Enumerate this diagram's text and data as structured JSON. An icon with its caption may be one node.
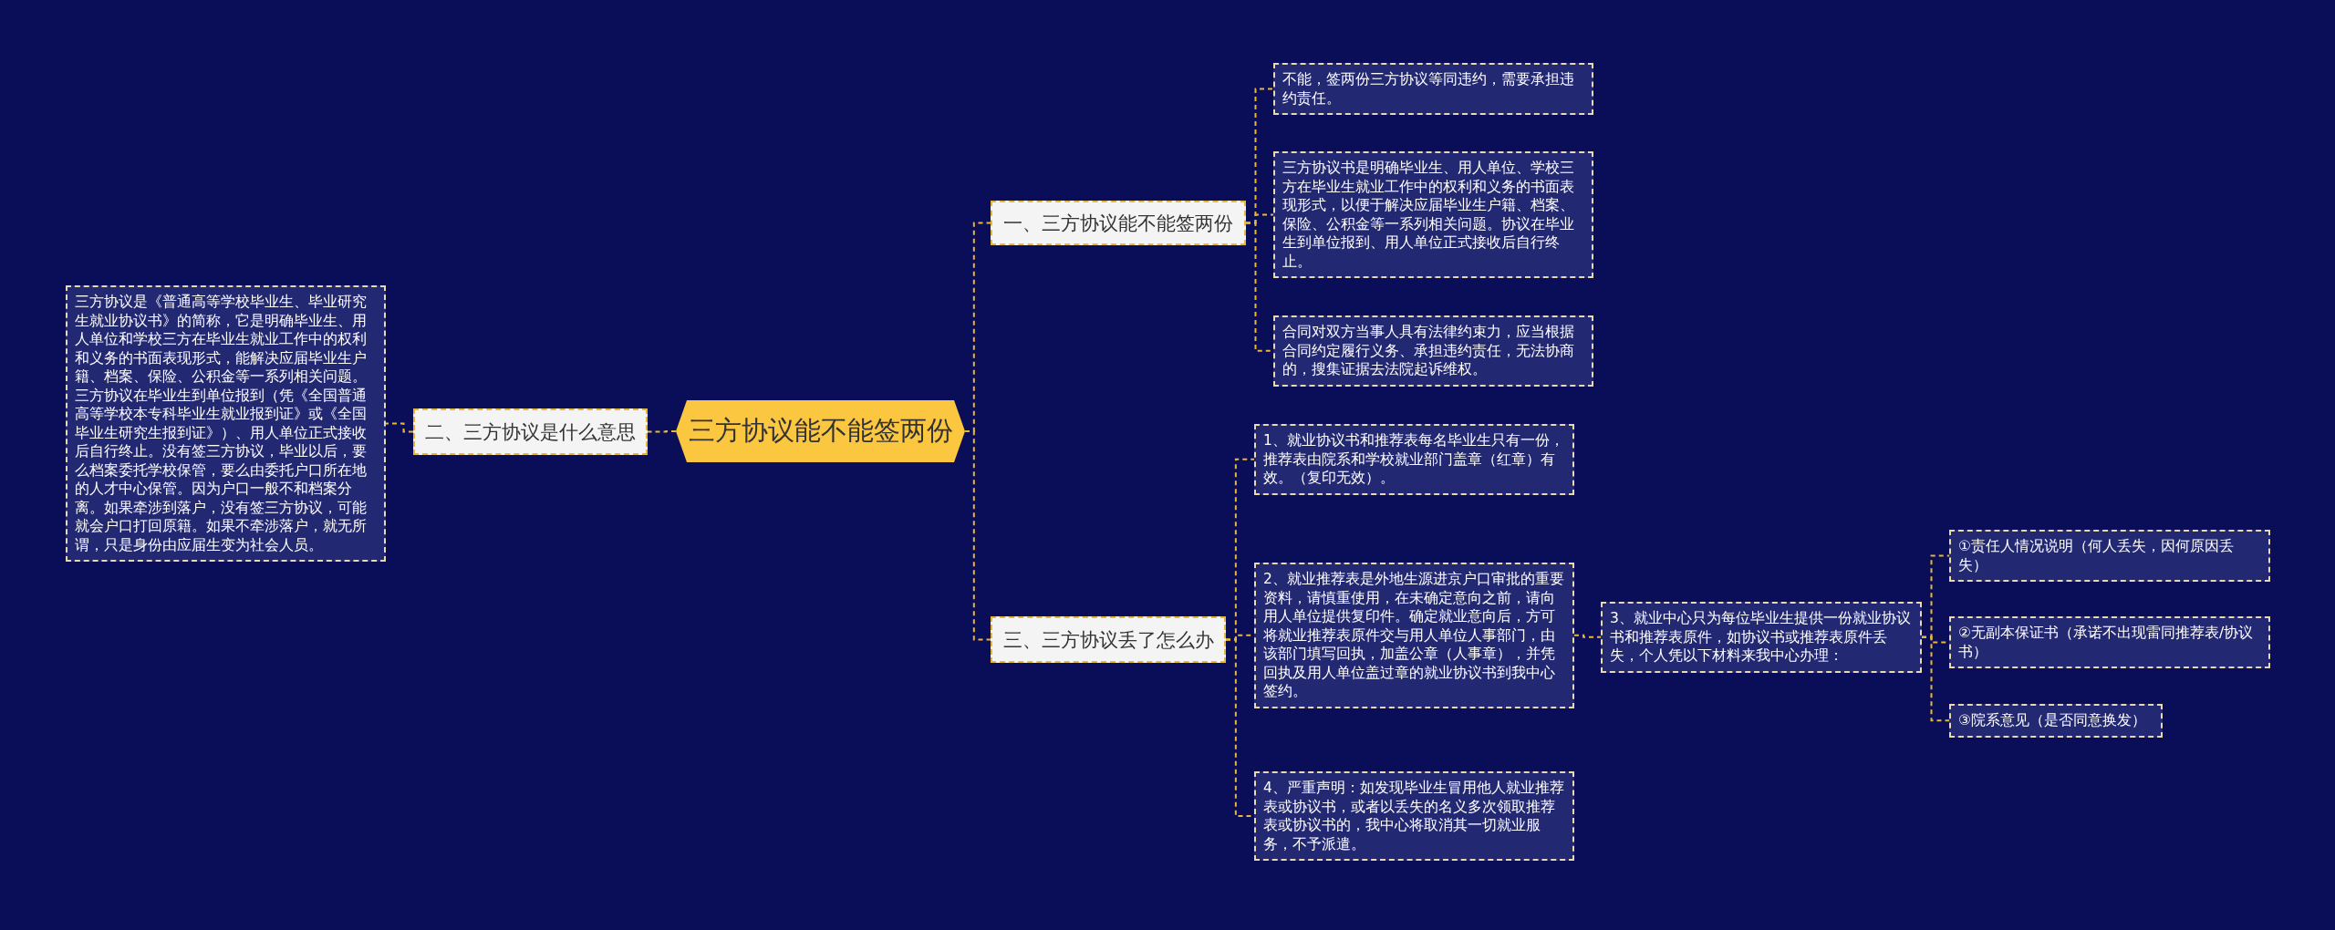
{
  "diagram": {
    "nodes": [
      {
        "text": [
          "三方协议能不能签两份"
        ]
      },
      {
        "text": [
          "一、三方协议能不能签两份"
        ]
      },
      {
        "text": [
          "不能，签两份三方协议等同违约，需要承担违约责任。"
        ]
      },
      {
        "text": [
          "三方协议书是明确毕业生、用人单位、学校三方在毕业生就业工作中的权利和义务的书面表现形式，以便于解决应届毕业生户籍、档案、保险、公积金等一系列相关问题。协议在毕业生到单位报到、用人单位正式接收后自行终止。"
        ]
      },
      {
        "text": [
          "合同对双方当事人具有法律约束力，应当根据合同约定履行义务、承担违约责任，无法协商的，搜集证据去法院起诉维权。"
        ]
      },
      {
        "text": [
          "二、三方协议是什么意思"
        ]
      },
      {
        "text": [
          "三方协议是《普通高等学校毕业生、毕业研究生就业协议书》的简称，它是明确毕业生、用人单位和学校三方在毕业生就业工作中的权利和义务的书面表现形式，能解决应届毕业生户籍、档案、保险、公积金等一系列相关问题。三方协议在毕业生到单位报到（凭《全国普通高等学校本专科毕业生就业报到证》或《全国毕业生研究生报到证》）、用人单位正式接收后自行终止。没有签三方协议，毕业以后，要么档案委托学校保管，要么由委托户口所在地的人才中心保管。因为户口一般不和档案分离。如果牵涉到落户，没有签三方协议，可能就会户口打回原籍。如果不牵涉落户，就无所谓，只是身份由应届生变为社会人员。"
        ]
      },
      {
        "text": [
          "三、三方协议丢了怎么办"
        ]
      },
      {
        "text": [
          "1、就业协议书和推荐表每名毕业生只有一份，推荐表由院系和学校就业部门盖章（红章）有效。（复印无效）。"
        ]
      },
      {
        "text": [
          "2、就业推荐表是外地生源进京户口审批的重要资料，请慎重使用，在未确定意向之前，请向用人单位提供复印件。确定就业意向后，方可将就业推荐表原件交与用人单位人事部门，由该部门填写回执，加盖公章（人事章），并凭回执及用人单位盖过章的就业协议书到我中心签约。"
        ]
      },
      {
        "text": [
          "3、就业中心只为每位毕业生提供一份就业协议书和推荐表原件，如协议书或推荐表原件丢失，个人凭以下材料来我中心办理："
        ]
      },
      {
        "text": [
          "①责任人情况说明（何人丢失，因何原因丢失）"
        ]
      },
      {
        "text": [
          "②无副本保证书（承诺不出现雷同推荐表/协议书）"
        ]
      },
      {
        "text": [
          "③院系意见（是否同意换发）"
        ]
      },
      {
        "text": [
          "4、严重声明：如发现毕业生冒用他人就业推荐表或协议书，或者以丢失的名义多次领取推荐表或协议书的，我中心将取消其一切就业服务，不予派遣。"
        ]
      }
    ],
    "edges": [
      {
        "from": 0,
        "to": 1,
        "arrow": "none"
      },
      {
        "from": 1,
        "to": 2,
        "arrow": "none"
      },
      {
        "from": 1,
        "to": 3,
        "arrow": "none"
      },
      {
        "from": 1,
        "to": 4,
        "arrow": "none"
      },
      {
        "from": 0,
        "to": 5,
        "arrow": "none"
      },
      {
        "from": 5,
        "to": 6,
        "arrow": "none"
      },
      {
        "from": 0,
        "to": 7,
        "arrow": "none"
      },
      {
        "from": 7,
        "to": 8,
        "arrow": "none"
      },
      {
        "from": 7,
        "to": 9,
        "arrow": "none"
      },
      {
        "from": 9,
        "to": 10,
        "arrow": "none"
      },
      {
        "from": 10,
        "to": 11,
        "arrow": "none"
      },
      {
        "from": 10,
        "to": 12,
        "arrow": "none"
      },
      {
        "from": 10,
        "to": 13,
        "arrow": "none"
      },
      {
        "from": 7,
        "to": 14,
        "arrow": "none"
      }
    ]
  }
}
